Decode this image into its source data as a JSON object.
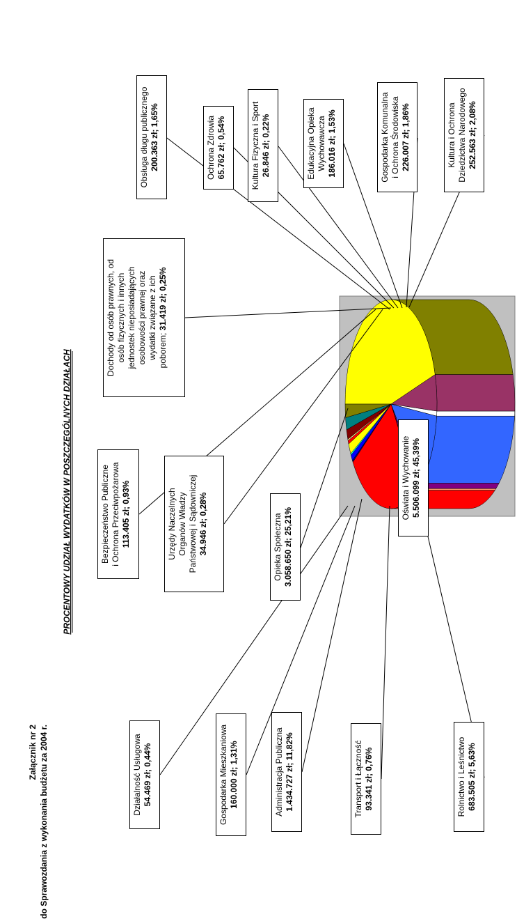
{
  "header": {
    "line1": "Załącznik nr 2",
    "line2": "do Sprawozdania z wykonania budżetu za 2004 r."
  },
  "chart_data": {
    "type": "pie",
    "title": "PROCENTOWY UDZIAŁ WYDATKÓW W POSZCZEGÓLNYCH DZIAŁACH",
    "legend": "none",
    "slices": [
      {
        "name": "Oświata i Wychowanie",
        "value_label": "5.506.099 zł; 45,39%",
        "amount": 5506099,
        "percent": 45.39,
        "color": "#ffff00"
      },
      {
        "name": "Rolnictwo i Leśnictwo",
        "value_label": "683.505 zł; 5,63%",
        "amount": 683505,
        "percent": 5.63,
        "color": "#993366"
      },
      {
        "name": "Transport i Łączność",
        "value_label": "93.341 zł; 0,76%",
        "amount": 93341,
        "percent": 0.76,
        "color": "#ffffff"
      },
      {
        "name": "Administracja Publiczna",
        "value_label": "1.434.727 zł; 11,82%",
        "amount": 1434727,
        "percent": 11.82,
        "color": "#3366ff"
      },
      {
        "name": "Gospodarka Mieszkaniowa",
        "value_label": "160.000 zł; 1,31%",
        "amount": 160000,
        "percent": 1.31,
        "color": "#800080"
      },
      {
        "name": "Działalność Usługowa",
        "value_label": "54.469 zł; 0,44%",
        "amount": 54469,
        "percent": 0.44,
        "color": "#ff9966"
      },
      {
        "name": "Opieka Społeczna",
        "value_label": "3.058.650 zł; 25,21%",
        "amount": 3058650,
        "percent": 25.21,
        "color": "#ff0000"
      },
      {
        "name": "Urzędy Naczelnych Organów Władzy Państwowej i Sądowniczej",
        "value_label": "34.946 zł; 0,28%",
        "amount": 34946,
        "percent": 0.28,
        "color": "#000080"
      },
      {
        "name": "Bezpieczeństwo Publiczne i Ochrona Przeciwpożarowa",
        "value_label": "113.405 zł; 0,93%",
        "amount": 113405,
        "percent": 0.93,
        "color": "#0000ff"
      },
      {
        "name": "Dochody od osób prawnych, od osób fizycznych i innych jednostek nieposiadających osobowości prawnej oraz wydatki związane z ich poborem",
        "value_label": "31.419 zł; 0,25%",
        "amount": 31419,
        "percent": 0.25,
        "color": "#00ffff"
      },
      {
        "name": "Obsługa długu publicznego",
        "value_label": "200.363 zł; 1,65%",
        "amount": 200363,
        "percent": 1.65,
        "color": "#ffff00"
      },
      {
        "name": "Ochrona Zdrowia",
        "value_label": "65.762 zł; 0,54%",
        "amount": 65762,
        "percent": 0.54,
        "color": "#ff0000"
      },
      {
        "name": "Kultura Fizyczna i Sport",
        "value_label": "26.846 zł; 0,22%",
        "amount": 26846,
        "percent": 0.22,
        "color": "#ffff99"
      },
      {
        "name": "Edukacyjna Opieka Wychowawcza",
        "value_label": "186.016 zł; 1,53%",
        "amount": 186016,
        "percent": 1.53,
        "color": "#800000"
      },
      {
        "name": "Gospodarka Komunalna i Ochrona Środowiska",
        "value_label": "226.007 zł; 1,86%",
        "amount": 226007,
        "percent": 1.86,
        "color": "#008080"
      },
      {
        "name": "Kultura i Ochrona Dziedzictwa Narodowego",
        "value_label": "252.563 zł; 2,08%",
        "amount": 252563,
        "percent": 2.08,
        "color": "#808000"
      }
    ]
  },
  "labels": {
    "obsluga": {
      "n": "Obsługa długu publicznego",
      "v": "200.363 zł; 1,65%"
    },
    "zdrowie": {
      "n1": "Ochrona Zdrowia",
      "v": "65.762 zł; 0,54%"
    },
    "sport": {
      "n": "Kultura Fizyczna i Sport",
      "v": "26.846 zł; 0,22%"
    },
    "edukacyjna": {
      "n1": "Edukacyjna Opieka",
      "n2": "Wychowawcza",
      "v": "186.016 zł; 1,53%"
    },
    "komunalna": {
      "n1": "Gospodarka Komunalna",
      "n2": "i Ochrona Środowiska",
      "v": "226.007 zł; 1,86%"
    },
    "kultura": {
      "n1": "Kultura i Ochrona",
      "n2": "Dziedzictwa Narodowego",
      "v": "252.563 zł; 2,08%"
    },
    "dochody": {
      "n1": "Dochody od osób prawnych, od",
      "n2": "osób fizycznych i innych",
      "n3": "jednostek nieposiadających",
      "n4": "osobowości prawnej oraz",
      "n5": "wydatki związane z ich",
      "n6": "poborem;",
      "v": "31.419 zł; 0,25%"
    },
    "bezpieczenstwo": {
      "n1": "Bezpieczeństwo Publiczne",
      "n2": "i Ochrona Przeciwpożarowa",
      "v": "113.405 zł; 0,93%"
    },
    "urzedy": {
      "n1": "Urzędy Naczelnych",
      "n2": "Organów Władzy",
      "n3": "Państwowej i Sądowniczej",
      "v": "34.946 zł; 0,28%"
    },
    "opieka": {
      "n": "Opieka Społeczna",
      "v": "3.058.650 zł; 25,21%"
    },
    "oswiata": {
      "n": "Oświata i Wychowanie",
      "v": "5.506.099 zł; 45,39%"
    },
    "uslugowa": {
      "n": "Działalność Usługowa",
      "v": "54.469 zł; 0,44%"
    },
    "mieszkaniowa": {
      "n": "Gospodarka Mieszkaniowa",
      "v": "160.000 zł; 1,31%"
    },
    "administracja": {
      "n": "Administracja Publiczna",
      "v": "1.434.727 zł; 11,82%"
    },
    "transport": {
      "n": "Transport i Łączność",
      "v": "93.341 zł; 0,76%"
    },
    "rolnictwo": {
      "n": "Rolnictwo i Leśnictwo",
      "v": "683.505 zł; 5,63%"
    }
  }
}
